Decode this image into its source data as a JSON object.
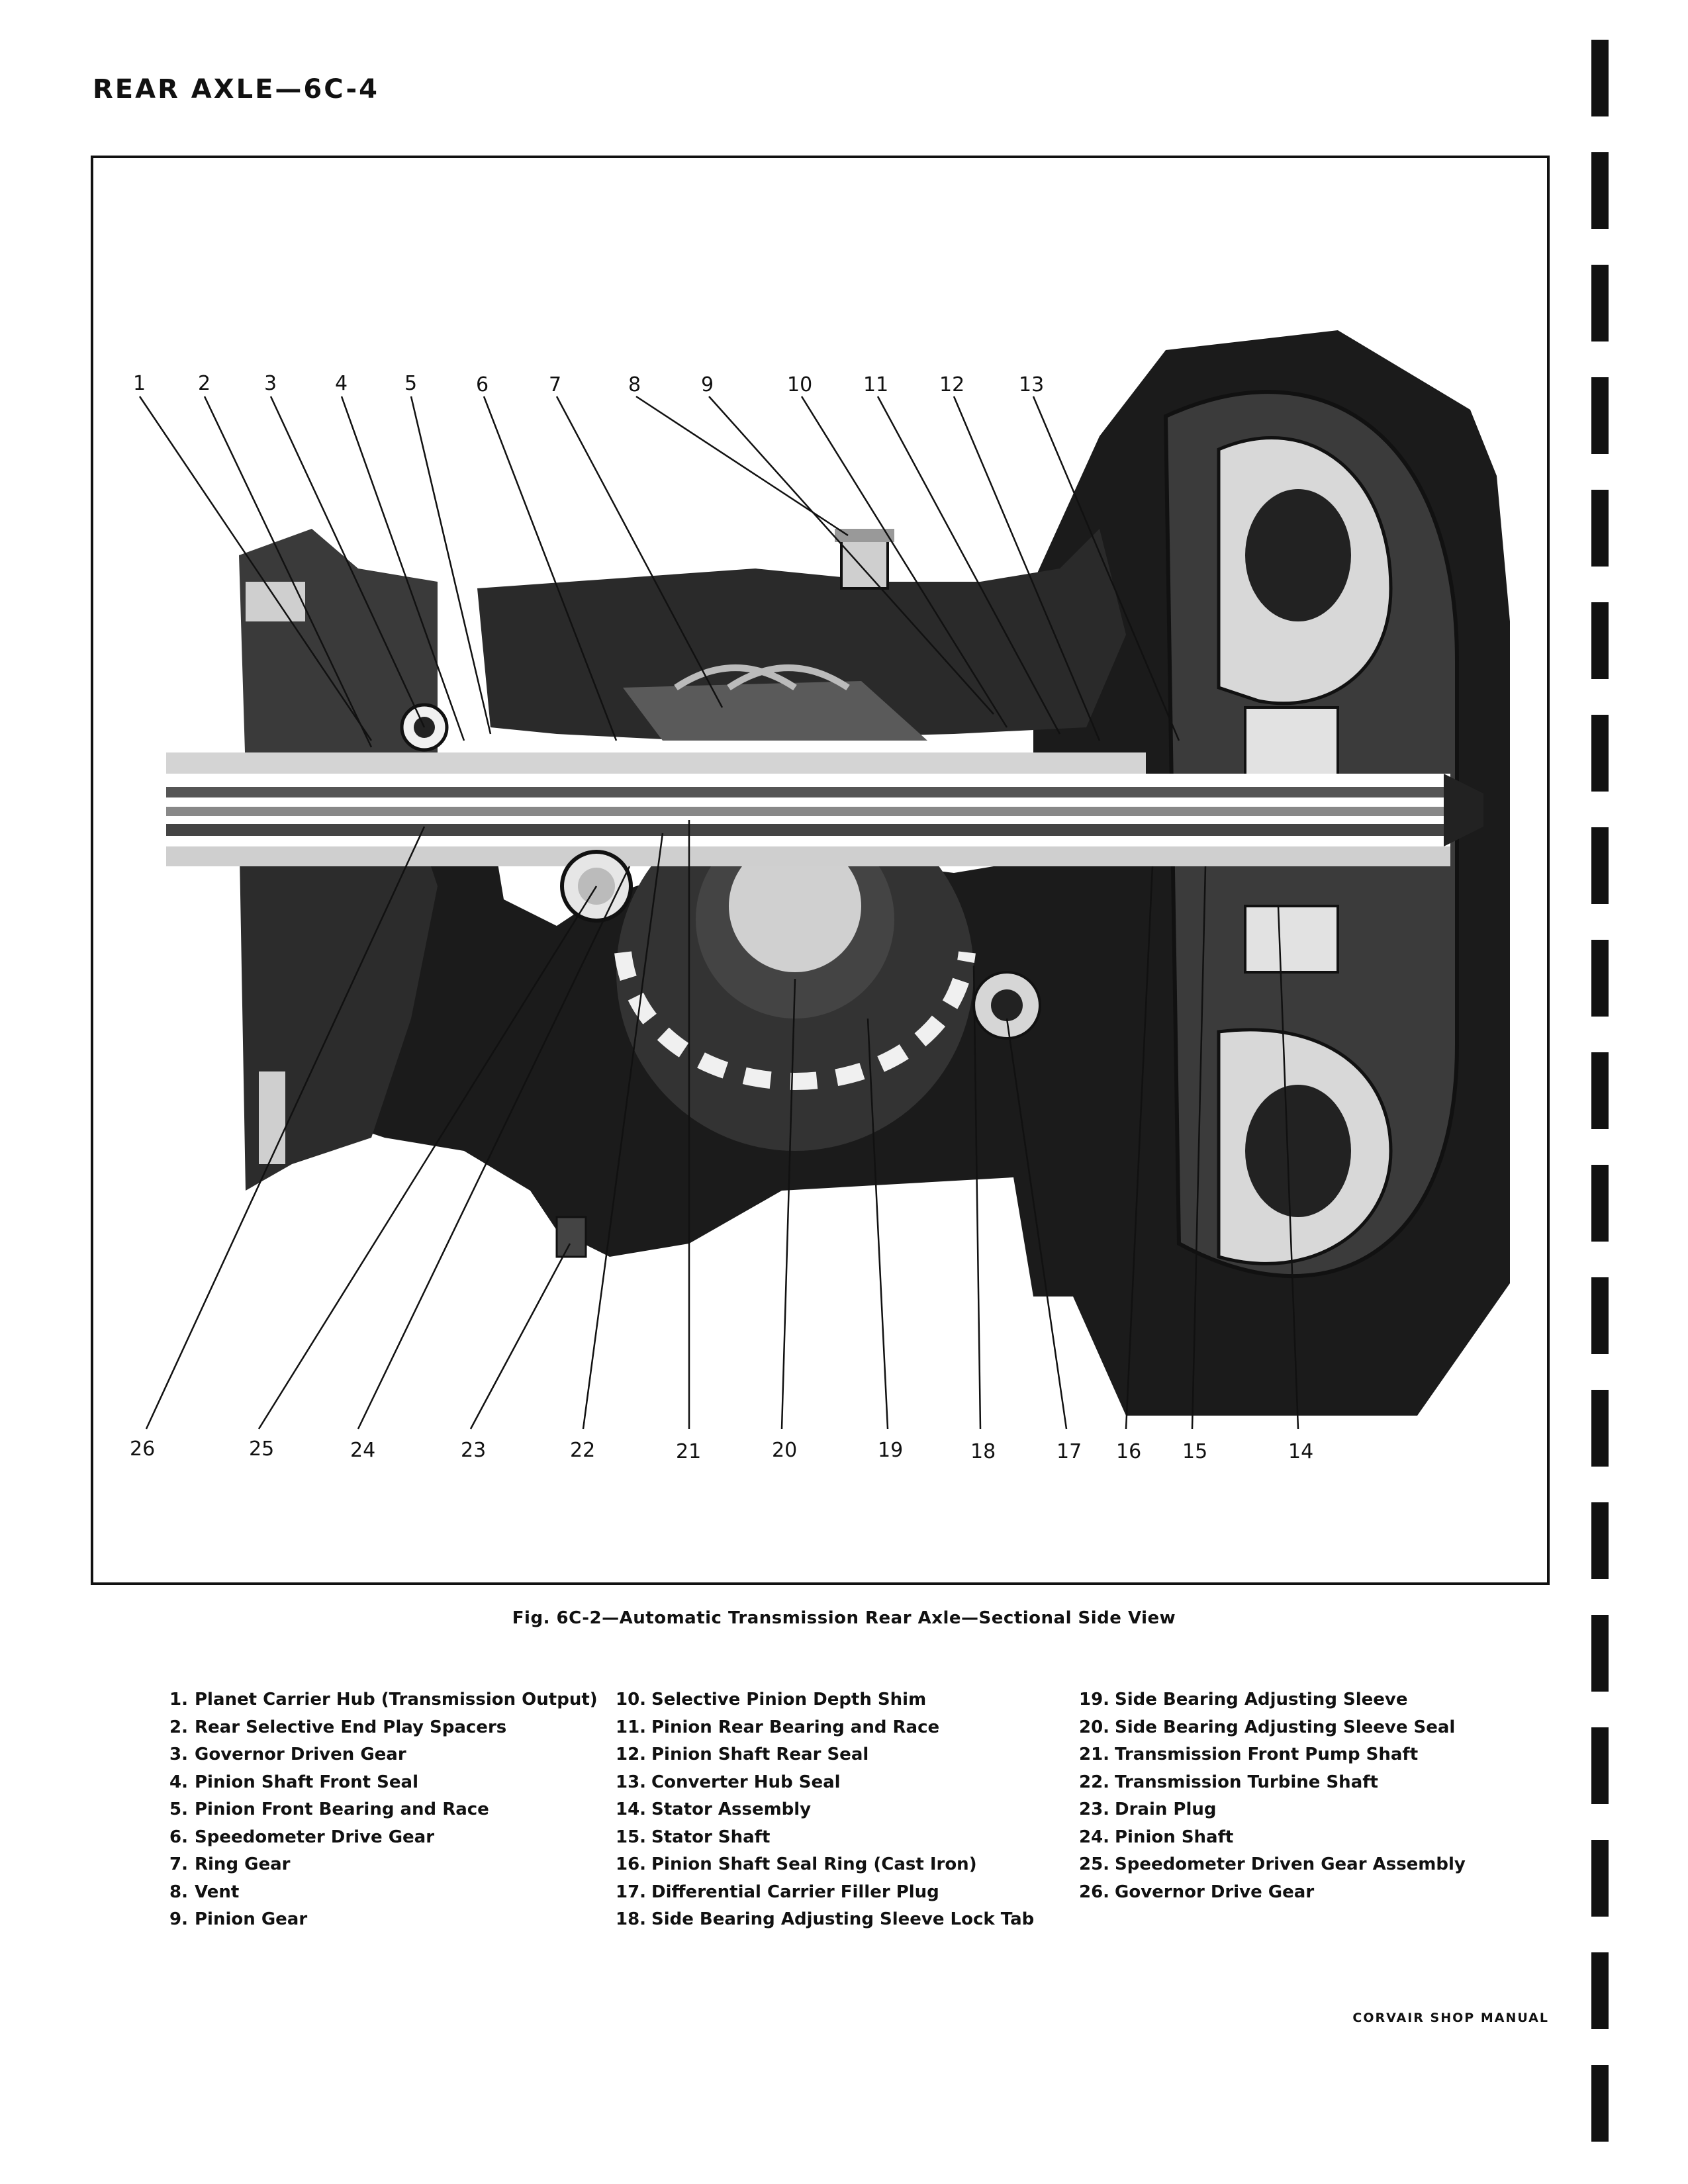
{
  "page": {
    "header": "REAR AXLE—6C-4",
    "footer": "CORVAIR SHOP MANUAL"
  },
  "figure": {
    "caption": "Fig. 6C-2—Automatic Transmission Rear Axle—Sectional Side View",
    "top_callouts": [
      "1",
      "2",
      "3",
      "4",
      "5",
      "6",
      "7",
      "8",
      "9",
      "10",
      "11",
      "12",
      "13"
    ],
    "bottom_callouts": [
      "26",
      "25",
      "24",
      "23",
      "22",
      "21",
      "20",
      "19",
      "18",
      "17",
      "16",
      "15",
      "14"
    ]
  },
  "legend": {
    "col1": [
      {
        "num": "1.",
        "text": "Planet Carrier Hub (Transmission Output)"
      },
      {
        "num": "2.",
        "text": "Rear Selective End Play Spacers"
      },
      {
        "num": "3.",
        "text": "Governor Driven Gear"
      },
      {
        "num": "4.",
        "text": "Pinion Shaft Front Seal"
      },
      {
        "num": "5.",
        "text": "Pinion Front Bearing and Race"
      },
      {
        "num": "6.",
        "text": "Speedometer Drive Gear"
      },
      {
        "num": "7.",
        "text": "Ring Gear"
      },
      {
        "num": "8.",
        "text": "Vent"
      },
      {
        "num": "9.",
        "text": "Pinion Gear"
      }
    ],
    "col2": [
      {
        "num": "10.",
        "text": "Selective Pinion Depth Shim"
      },
      {
        "num": "11.",
        "text": "Pinion Rear Bearing and Race"
      },
      {
        "num": "12.",
        "text": "Pinion Shaft Rear Seal"
      },
      {
        "num": "13.",
        "text": "Converter Hub Seal"
      },
      {
        "num": "14.",
        "text": "Stator Assembly"
      },
      {
        "num": "15.",
        "text": "Stator Shaft"
      },
      {
        "num": "16.",
        "text": "Pinion Shaft Seal Ring (Cast Iron)"
      },
      {
        "num": "17.",
        "text": "Differential Carrier Filler Plug"
      },
      {
        "num": "18.",
        "text": "Side Bearing Adjusting Sleeve Lock Tab"
      }
    ],
    "col3": [
      {
        "num": "19.",
        "text": "Side Bearing Adjusting Sleeve"
      },
      {
        "num": "20.",
        "text": "Side Bearing Adjusting Sleeve Seal"
      },
      {
        "num": "21.",
        "text": "Transmission Front Pump Shaft"
      },
      {
        "num": "22.",
        "text": "Transmission Turbine Shaft"
      },
      {
        "num": "23.",
        "text": "Drain Plug"
      },
      {
        "num": "24.",
        "text": "Pinion Shaft"
      },
      {
        "num": "25.",
        "text": "Speedometer Driven Gear Assembly"
      },
      {
        "num": "26.",
        "text": "Governor Drive Gear"
      }
    ]
  }
}
